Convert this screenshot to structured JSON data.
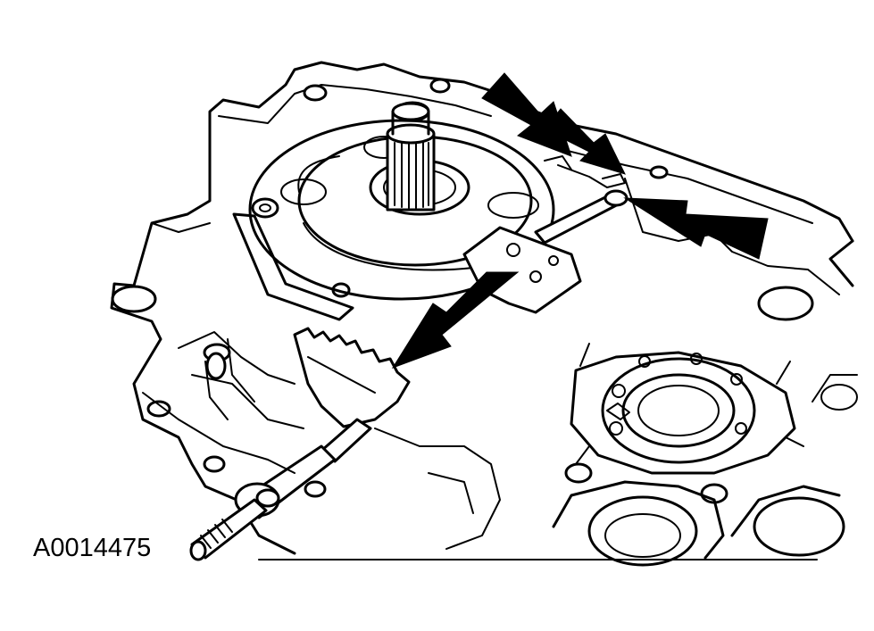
{
  "figure": {
    "id_label": "A0014475",
    "line_color": "#000000",
    "background": "#ffffff",
    "callouts": [
      "arrow-pointer",
      "arrow-pointer",
      "arrow-pointer",
      "arrow-pointer"
    ]
  }
}
